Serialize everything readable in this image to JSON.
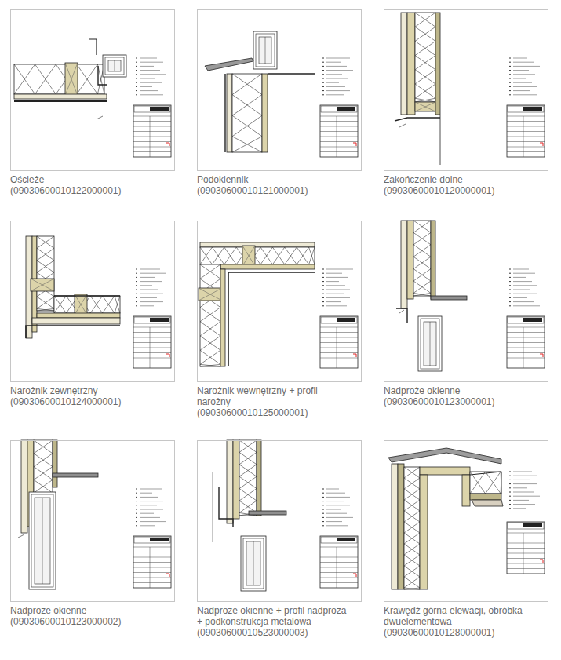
{
  "diagram": {
    "nodes": [
      {
        "text": [
          "Ościeże",
          "(09030600010122000001)"
        ]
      },
      {
        "text": [
          "Podokiennik",
          "(09030600010121000001)"
        ]
      },
      {
        "text": [
          "Zakończenie dolne",
          "(09030600010120000001)"
        ]
      },
      {
        "text": [
          "Narożnik zewnętrzny",
          "(09030600010124000001)"
        ]
      },
      {
        "text": [
          "Narożnik wewnętrzny + profil narożny",
          "(09030600010125000001)"
        ]
      },
      {
        "text": [
          "Nadproże okienne",
          "(09030600010123000001)"
        ]
      },
      {
        "text": [
          "Nadproże okienne",
          "(09030600010123000002)"
        ]
      },
      {
        "text": [
          "Nadproże okienne + profil nadproża + podkonstrukcja metalowa",
          "(09030600010523000003)"
        ]
      },
      {
        "text": [
          "Krawędź górna elewacji, obróbka dwuelementowa",
          "(09030600010128000001)"
        ]
      }
    ]
  }
}
